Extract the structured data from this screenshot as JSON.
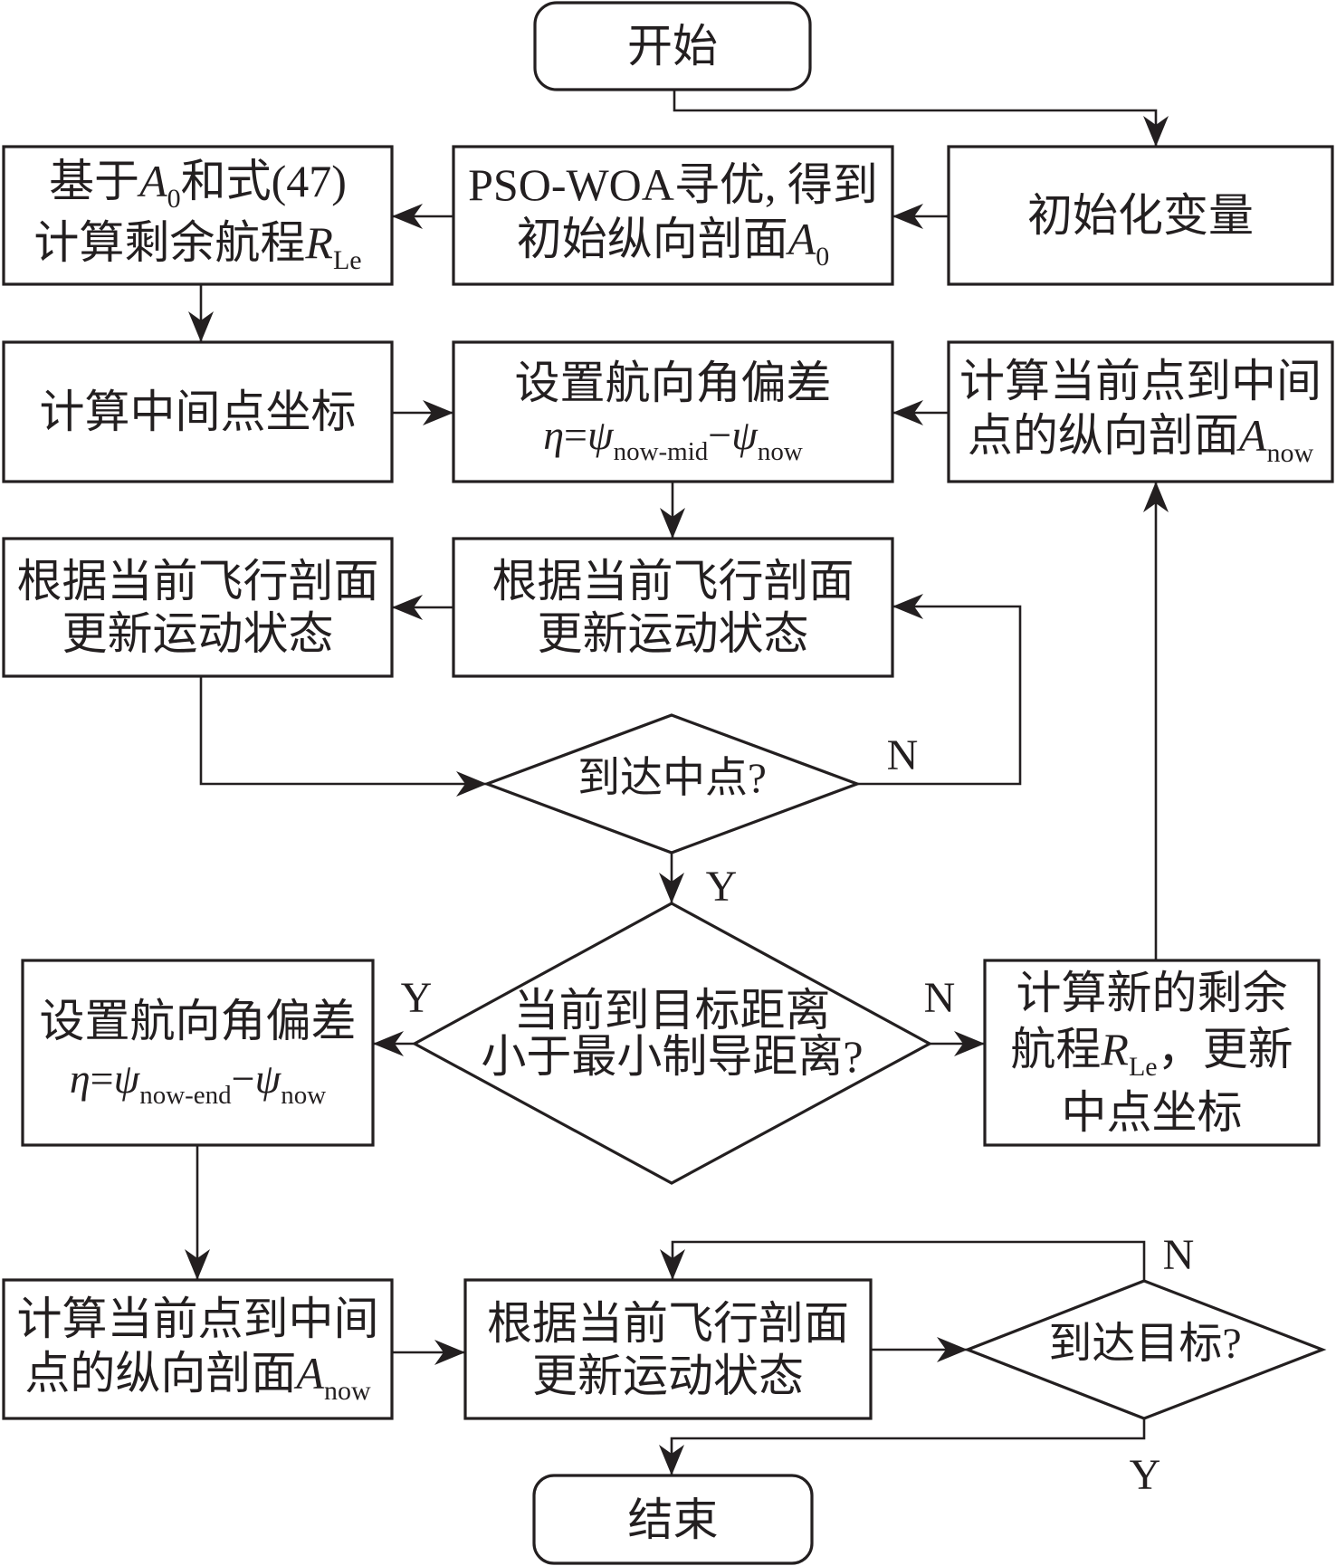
{
  "diagram": {
    "type": "flowchart",
    "stroke_color": "#231f20",
    "text_color": "#231f20",
    "background": "#ffffff"
  },
  "nodes": {
    "start": {
      "kind": "terminal",
      "label": "开始"
    },
    "init_vars": {
      "kind": "process",
      "label": "初始化变量"
    },
    "pso_woa": {
      "kind": "process",
      "line1": "PSO-WOA寻优, 得到",
      "line2": "初始纵向剖面",
      "line2_var": "A",
      "line2_sub": "0"
    },
    "calc_range": {
      "kind": "process",
      "line1_pre": "基于",
      "line1_var": "A",
      "line1_sub": "0",
      "line1_post": "和式(47)",
      "line2": "计算剩余航程",
      "line2_var": "R",
      "line2_sub": "Le"
    },
    "calc_midpoint": {
      "kind": "process",
      "label": "计算中间点坐标"
    },
    "set_heading_mid": {
      "kind": "process",
      "line1": "设置航向角偏差",
      "formula": {
        "eta": "η",
        "eq": "=",
        "psi1": "ψ",
        "sub1": "now-mid",
        "minus": "−",
        "psi2": "ψ",
        "sub2": "now"
      }
    },
    "calc_profile_mid": {
      "kind": "process",
      "line1": "计算当前点到中间",
      "line2": "点的纵向剖面",
      "line2_var": "A",
      "line2_sub": "now"
    },
    "update_state_mid": {
      "kind": "process",
      "line1": "根据当前飞行剖面",
      "line2": "更新运动状态"
    },
    "update_state_left": {
      "kind": "process",
      "line1": "根据当前飞行剖面",
      "line2": "更新运动状态"
    },
    "reach_midpoint": {
      "kind": "decision",
      "label": "到达中点?"
    },
    "min_guidance_check": {
      "kind": "decision",
      "line1": "当前到目标距离",
      "line2": "小于最小制导距离?"
    },
    "set_heading_end": {
      "kind": "process",
      "line1": "设置航向角偏差",
      "formula": {
        "eta": "η",
        "eq": "=",
        "psi1": "ψ",
        "sub1": "now-end",
        "minus": "−",
        "psi2": "ψ",
        "sub2": "now"
      }
    },
    "update_range": {
      "kind": "process",
      "line1": "计算新的剩余",
      "line2_pre": "航程",
      "line2_var": "R",
      "line2_sub": "Le",
      "line2_post": "，更新",
      "line3": "中点坐标"
    },
    "calc_profile_end": {
      "kind": "process",
      "line1": "计算当前点到中间",
      "line2": "点的纵向剖面",
      "line2_var": "A",
      "line2_sub": "now"
    },
    "update_state_bottom": {
      "kind": "process",
      "line1": "根据当前飞行剖面",
      "line2": "更新运动状态"
    },
    "reach_target": {
      "kind": "decision",
      "label": "到达目标?"
    },
    "end": {
      "kind": "terminal",
      "label": "结束"
    }
  },
  "edge_labels": {
    "reach_midpoint_no": "N",
    "reach_midpoint_yes": "Y",
    "min_guidance_yes": "Y",
    "min_guidance_no": "N",
    "reach_target_no": "N",
    "reach_target_yes": "Y"
  },
  "edges": [
    {
      "from": "start",
      "to": "init_vars",
      "label": ""
    },
    {
      "from": "init_vars",
      "to": "pso_woa",
      "label": ""
    },
    {
      "from": "pso_woa",
      "to": "calc_range",
      "label": ""
    },
    {
      "from": "calc_range",
      "to": "calc_midpoint",
      "label": ""
    },
    {
      "from": "calc_midpoint",
      "to": "set_heading_mid",
      "label": ""
    },
    {
      "from": "calc_profile_mid",
      "to": "set_heading_mid",
      "label": ""
    },
    {
      "from": "set_heading_mid",
      "to": "update_state_mid",
      "label": ""
    },
    {
      "from": "update_state_mid",
      "to": "update_state_left",
      "label": ""
    },
    {
      "from": "update_state_left",
      "to": "reach_midpoint",
      "label": ""
    },
    {
      "from": "reach_midpoint",
      "to": "update_state_mid",
      "label": "N"
    },
    {
      "from": "reach_midpoint",
      "to": "min_guidance_check",
      "label": "Y"
    },
    {
      "from": "min_guidance_check",
      "to": "set_heading_end",
      "label": "Y"
    },
    {
      "from": "min_guidance_check",
      "to": "update_range",
      "label": "N"
    },
    {
      "from": "update_range",
      "to": "calc_profile_mid",
      "label": ""
    },
    {
      "from": "set_heading_end",
      "to": "calc_profile_end",
      "label": ""
    },
    {
      "from": "calc_profile_end",
      "to": "update_state_bottom",
      "label": ""
    },
    {
      "from": "update_state_bottom",
      "to": "reach_target",
      "label": ""
    },
    {
      "from": "reach_target",
      "to": "update_state_bottom",
      "label": "N"
    },
    {
      "from": "reach_target",
      "to": "end",
      "label": "Y"
    }
  ]
}
